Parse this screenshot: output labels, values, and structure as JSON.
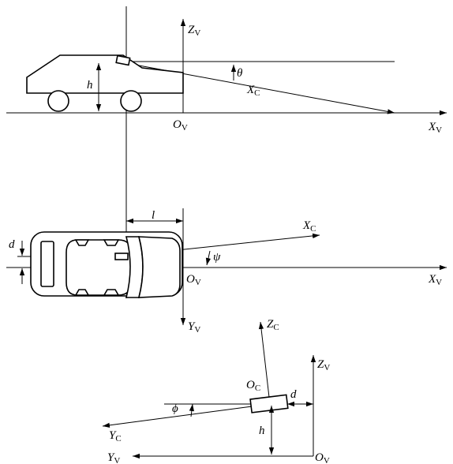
{
  "side_view": {
    "axis_z_main": "Z",
    "axis_z_sub": "V",
    "axis_x_main": "X",
    "axis_x_sub": "V",
    "origin_main": "O",
    "origin_sub": "V",
    "cam_axis_main": "X",
    "cam_axis_sub": "C",
    "height_label": "h",
    "pitch_label": "θ"
  },
  "top_view": {
    "offset_l_label": "l",
    "offset_d_label": "d",
    "yaw_label": "ψ",
    "cam_axis_main": "X",
    "cam_axis_sub": "C",
    "origin_main": "O",
    "origin_sub": "V",
    "axis_x_main": "X",
    "axis_x_sub": "V",
    "axis_y_main": "Y",
    "axis_y_sub": "V"
  },
  "rear_view": {
    "cam_z_main": "Z",
    "cam_z_sub": "C",
    "veh_z_main": "Z",
    "veh_z_sub": "V",
    "cam_origin_main": "O",
    "cam_origin_sub": "C",
    "offset_d_label": "d",
    "roll_label": "ϕ",
    "height_label": "h",
    "cam_y_main": "Y",
    "cam_y_sub": "C",
    "veh_y_main": "Y",
    "veh_y_sub": "V",
    "veh_origin_main": "O",
    "veh_origin_sub": "V"
  }
}
